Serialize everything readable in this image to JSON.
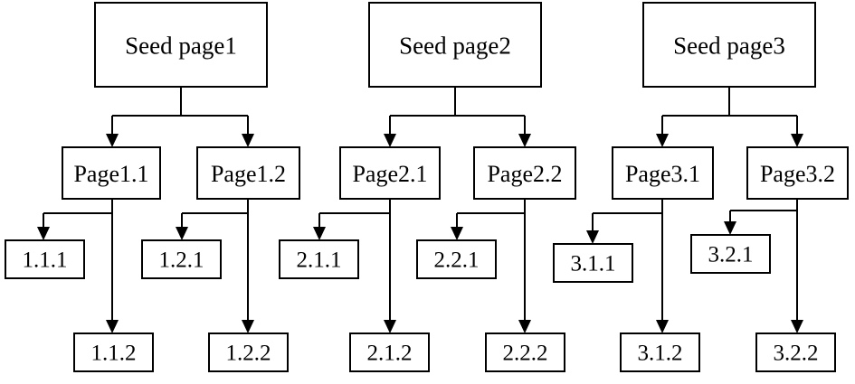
{
  "trees": [
    {
      "seed": "Seed page1",
      "children": [
        {
          "page": "Page1.1",
          "leaves": [
            "1.1.1",
            "1.1.2"
          ]
        },
        {
          "page": "Page1.2",
          "leaves": [
            "1.2.1",
            "1.2.2"
          ]
        }
      ]
    },
    {
      "seed": "Seed page2",
      "children": [
        {
          "page": "Page2.1",
          "leaves": [
            "2.1.1",
            "2.1.2"
          ]
        },
        {
          "page": "Page2.2",
          "leaves": [
            "2.2.1",
            "2.2.2"
          ]
        }
      ]
    },
    {
      "seed": "Seed page3",
      "children": [
        {
          "page": "Page3.1",
          "leaves": [
            "3.1.1",
            "3.1.2"
          ]
        },
        {
          "page": "Page3.2",
          "leaves": [
            "3.2.1",
            "3.2.2"
          ]
        }
      ]
    }
  ]
}
